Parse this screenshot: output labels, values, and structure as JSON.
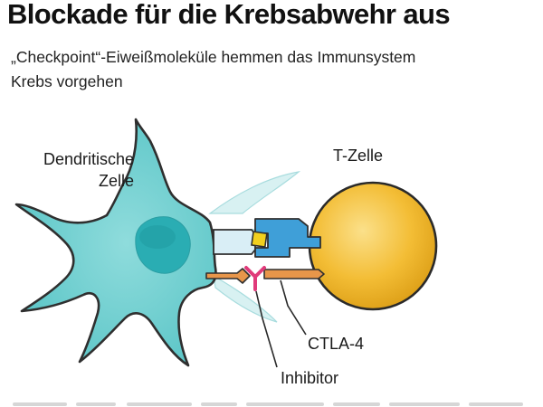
{
  "title": "Blockade für die Krebsabwehr aus",
  "subtitle": {
    "line1": "„Checkpoint“-Eiweißmoleküle hemmen das Immunsystem",
    "line2": "Krebs vorgehen"
  },
  "labels": {
    "dendritic_cell_line1": "Dendritische",
    "dendritic_cell_line2": "Zelle",
    "t_cell": "T-Zelle",
    "ctla4": "CTLA-4",
    "inhibitor": "Inhibitor"
  },
  "colors": {
    "dendritic_cell": "#6ccfd0",
    "dendritic_nucleus": "#26aeb5",
    "dendritic_halo": "#cfeff0",
    "t_cell": "#f0b52a",
    "t_cell_highlight": "#fbe08a",
    "receptor": "#3f9fd8",
    "mhc": "#d8eef6",
    "antigen": "#f2d01e",
    "ctla4": "#e8964a",
    "inhibitor": "#e03a7a"
  }
}
